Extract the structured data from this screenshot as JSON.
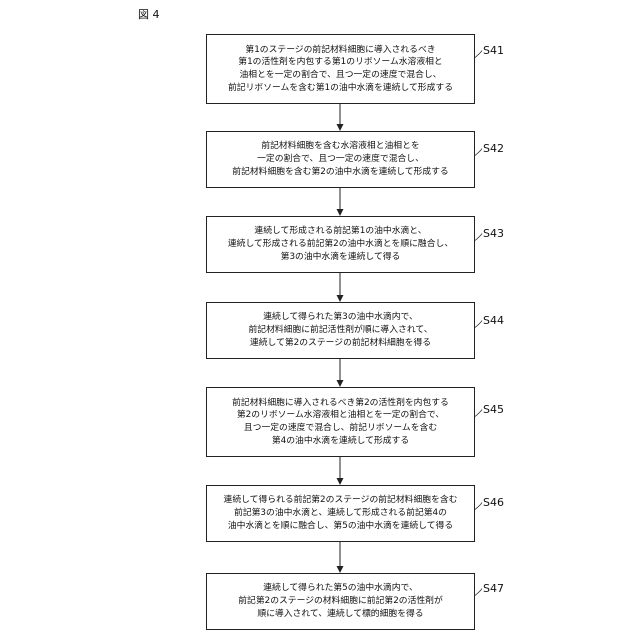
{
  "figure_label": "図 4",
  "steps": [
    {
      "id": "S41",
      "lines": [
        "第1のステージの前記材料細胞に導入されるべき",
        "第1の活性剤を内包する第1のリボソーム水溶液相と",
        "油相とを一定の割合で、且つ一定の速度で混合し、",
        "前記リボソームを含む第1の油中水滴を連続して形成する"
      ]
    },
    {
      "id": "S42",
      "lines": [
        "前記材料細胞を含む水溶液相と油相とを",
        "一定の割合で、且つ一定の速度で混合し、",
        "前記材料細胞を含む第2の油中水滴を連続して形成する"
      ]
    },
    {
      "id": "S43",
      "lines": [
        "連続して形成される前記第1の油中水滴と、",
        "連続して形成される前記第2の油中水滴とを順に融合し、",
        "第3の油中水滴を連続して得る"
      ]
    },
    {
      "id": "S44",
      "lines": [
        "連続して得られた第3の油中水滴内で、",
        "前記材料細胞に前記活性剤が順に導入されて、",
        "連続して第2のステージの前記材料細胞を得る"
      ]
    },
    {
      "id": "S45",
      "lines": [
        "前記材料細胞に導入されるべき第2の活性剤を内包する",
        "第2のリボソーム水溶液相と油相とを一定の割合で、",
        "且つ一定の速度で混合し、前記リボソームを含む",
        "第4の油中水滴を連続して形成する"
      ]
    },
    {
      "id": "S46",
      "lines": [
        "連続して得られる前記第2のステージの前記材料細胞を含む",
        "前記第3の油中水滴と、連続して形成される前記第4の",
        "油中水滴とを順に融合し、第5の油中水滴を連続して得る"
      ]
    },
    {
      "id": "S47",
      "lines": [
        "連続して得られた第5の油中水滴内で、",
        "前記第2のステージの材料細胞に前記第2の活性剤が",
        "順に導入されて、連続して標的細胞を得る"
      ]
    }
  ]
}
